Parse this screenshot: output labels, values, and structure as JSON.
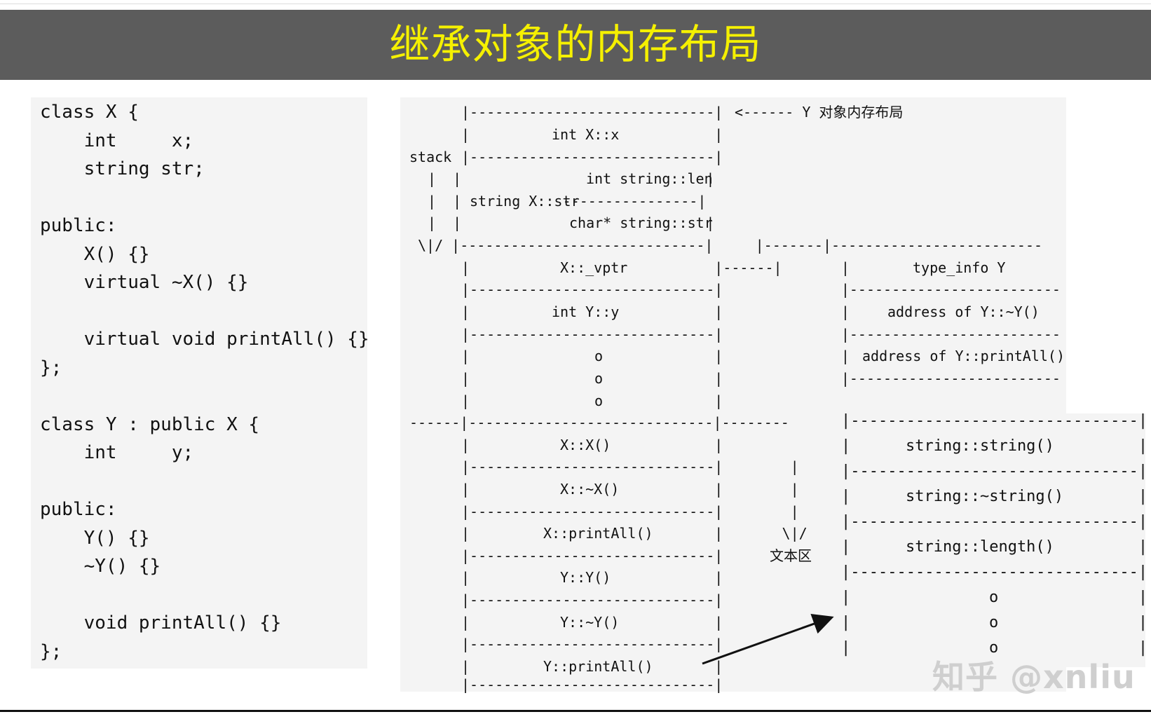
{
  "title": "继承对象的内存布局",
  "code_lines": [
    "class X {",
    "    int     x;",
    "    string str;",
    "",
    "public:",
    "    X() {}",
    "    virtual ~X() {}",
    "",
    "    virtual void printAll() {}",
    "};",
    "",
    "class Y : public X {",
    "    int     y;",
    "",
    "public:",
    "    Y() {}",
    "    ~Y() {}",
    "",
    "    void printAll() {}",
    "};"
  ],
  "diagram": {
    "object_label": "<------ Y 对象内存布局",
    "stack_label": "stack",
    "text_area_label": "文本区",
    "object_cells": [
      "int X::x",
      "int string::len",
      "string X::str",
      "char* string::str",
      "X::_vptr",
      "int Y::y",
      "o",
      "o",
      "o"
    ],
    "text_cells": [
      "X::X()",
      "X::~X()",
      "X::printAll()",
      "Y::Y()",
      "Y::~Y()",
      "Y::printAll()"
    ],
    "vtable_cells": [
      "type_info Y",
      "address of Y::~Y()",
      "address of Y::printAll()"
    ],
    "string_cells": [
      "string::string()",
      "string::~string()",
      "string::length()",
      "o",
      "o",
      "o"
    ]
  },
  "watermark": "知乎 @xnliu"
}
